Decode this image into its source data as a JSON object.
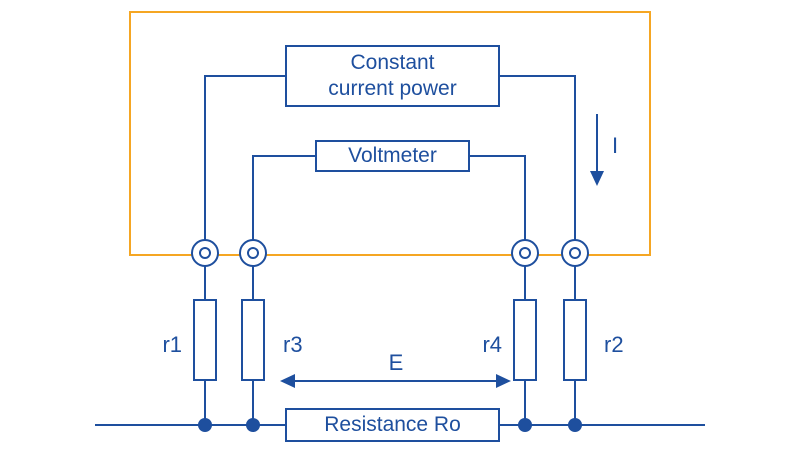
{
  "diagram": {
    "colors": {
      "blue": "#1e4f9e",
      "orange": "#f5a623",
      "background": "#ffffff"
    },
    "constant_current_power": {
      "line1": "Constant",
      "line2": "current power"
    },
    "voltmeter": {
      "label": "Voltmeter"
    },
    "resistance_ro": {
      "label": "Resistance Ro"
    },
    "labels": {
      "current_arrow": "I",
      "voltage_span": "E",
      "r1": "r1",
      "r2": "r2",
      "r3": "r3",
      "r4": "r4"
    }
  }
}
